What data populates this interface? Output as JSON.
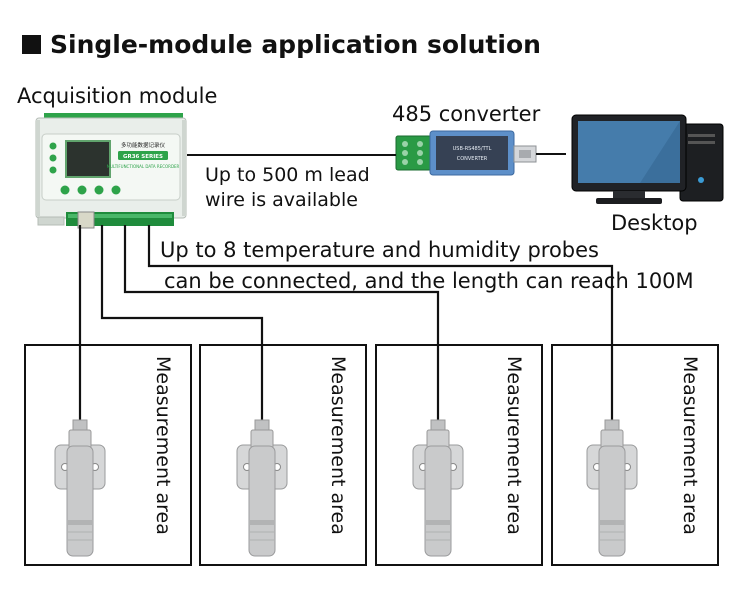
{
  "title": "Single-module application solution",
  "labels": {
    "acquisition_module": "Acquisition module",
    "converter": "485 converter",
    "desktop": "Desktop",
    "lead_wire_line1": "Up to 500 m lead",
    "lead_wire_line2": "wire is available",
    "probes_line1": "Up to 8 temperature and humidity probes",
    "probes_line2": "can be connected, and the length can reach 100M"
  },
  "module_display": {
    "heading": "多功能数据记录仪",
    "badge": "GR36 SERIES",
    "subtitle": "MULTIFUNCTIONAL DATA RECORDER"
  },
  "converter_print": {
    "model": "USB-RS485/TTL",
    "word": "CONVERTER"
  },
  "areas": [
    {
      "label": "Measurement area"
    },
    {
      "label": "Measurement area"
    },
    {
      "label": "Measurement area"
    },
    {
      "label": "Measurement area"
    }
  ],
  "colors": {
    "module_body": "#e9eeea",
    "module_green": "#2ea34a",
    "terminal_green": "#1f8c3c",
    "converter_blue": "#5d8fc9",
    "probe_grey": "#c9cacb",
    "wire": "#111111"
  }
}
